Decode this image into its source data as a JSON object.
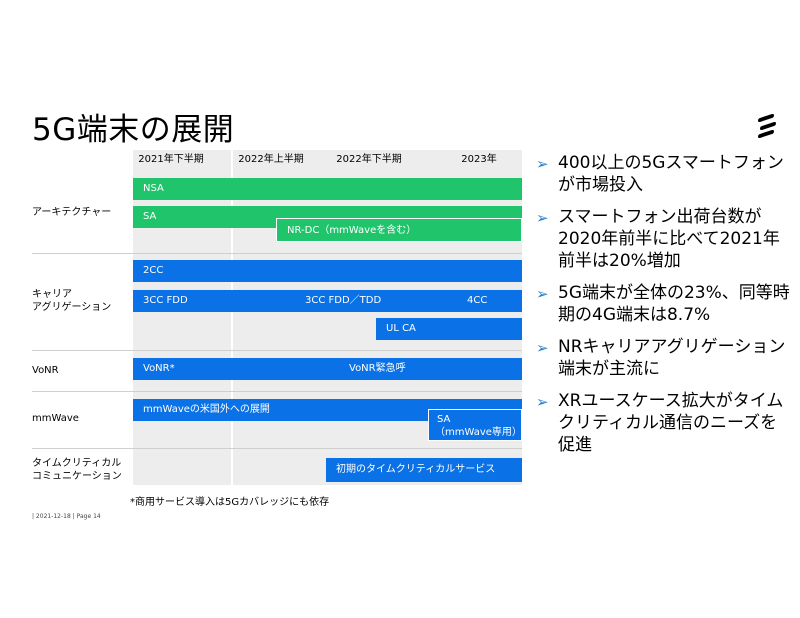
{
  "title": "5G端末の展開",
  "columns": [
    "2021年下半期",
    "2022年上半期",
    "2022年下半期",
    "2023年"
  ],
  "rows": {
    "architecture": "アーキテクチャー",
    "carrier_agg": "キャリア\nアグリゲーション",
    "vonr": "VoNR",
    "mmwave": "mmWave",
    "timecritical": "タイムクリティカル\nコミュニケーション"
  },
  "bars": {
    "nsa": "NSA",
    "sa": "SA",
    "nrdc": "NR-DC（mmWaveを含む）",
    "cc2": "2CC",
    "cc3": "3CC FDD",
    "cc3tdd": "3CC FDD／TDD",
    "cc4": "4CC",
    "ulca": "UL CA",
    "vonr_star": "VoNR*",
    "vonr_emg": "VoNR緊急呼",
    "mmwave_expand": "mmWaveの米国外への展開",
    "sa_mm_1": "SA",
    "sa_mm_2": "（mmWave専用）",
    "tc_first": "初期のタイムクリティカルサービス"
  },
  "footnote": "*商用サービス導入は5Gカバレッジにも依存",
  "footer": "|  2021-12-18  |  Page 14",
  "bullets": [
    "400以上の5Gスマートフォンが市場投入",
    "スマートフォン出荷台数が2020年前半に比べて2021年前半は20%増加",
    "5G端末が全体の23%、同等時期の4G端末は8.7%",
    "NRキャリアアグリゲーション端末が主流に",
    "XRユースケース拡大がタイムクリティカル通信のニーズを促進"
  ],
  "bullet_icon": "arrow-right-icon",
  "colors": {
    "green": "#20c56b",
    "blue": "#0a71e6",
    "band": "#ededed",
    "arrow": "#2a7fd4"
  }
}
